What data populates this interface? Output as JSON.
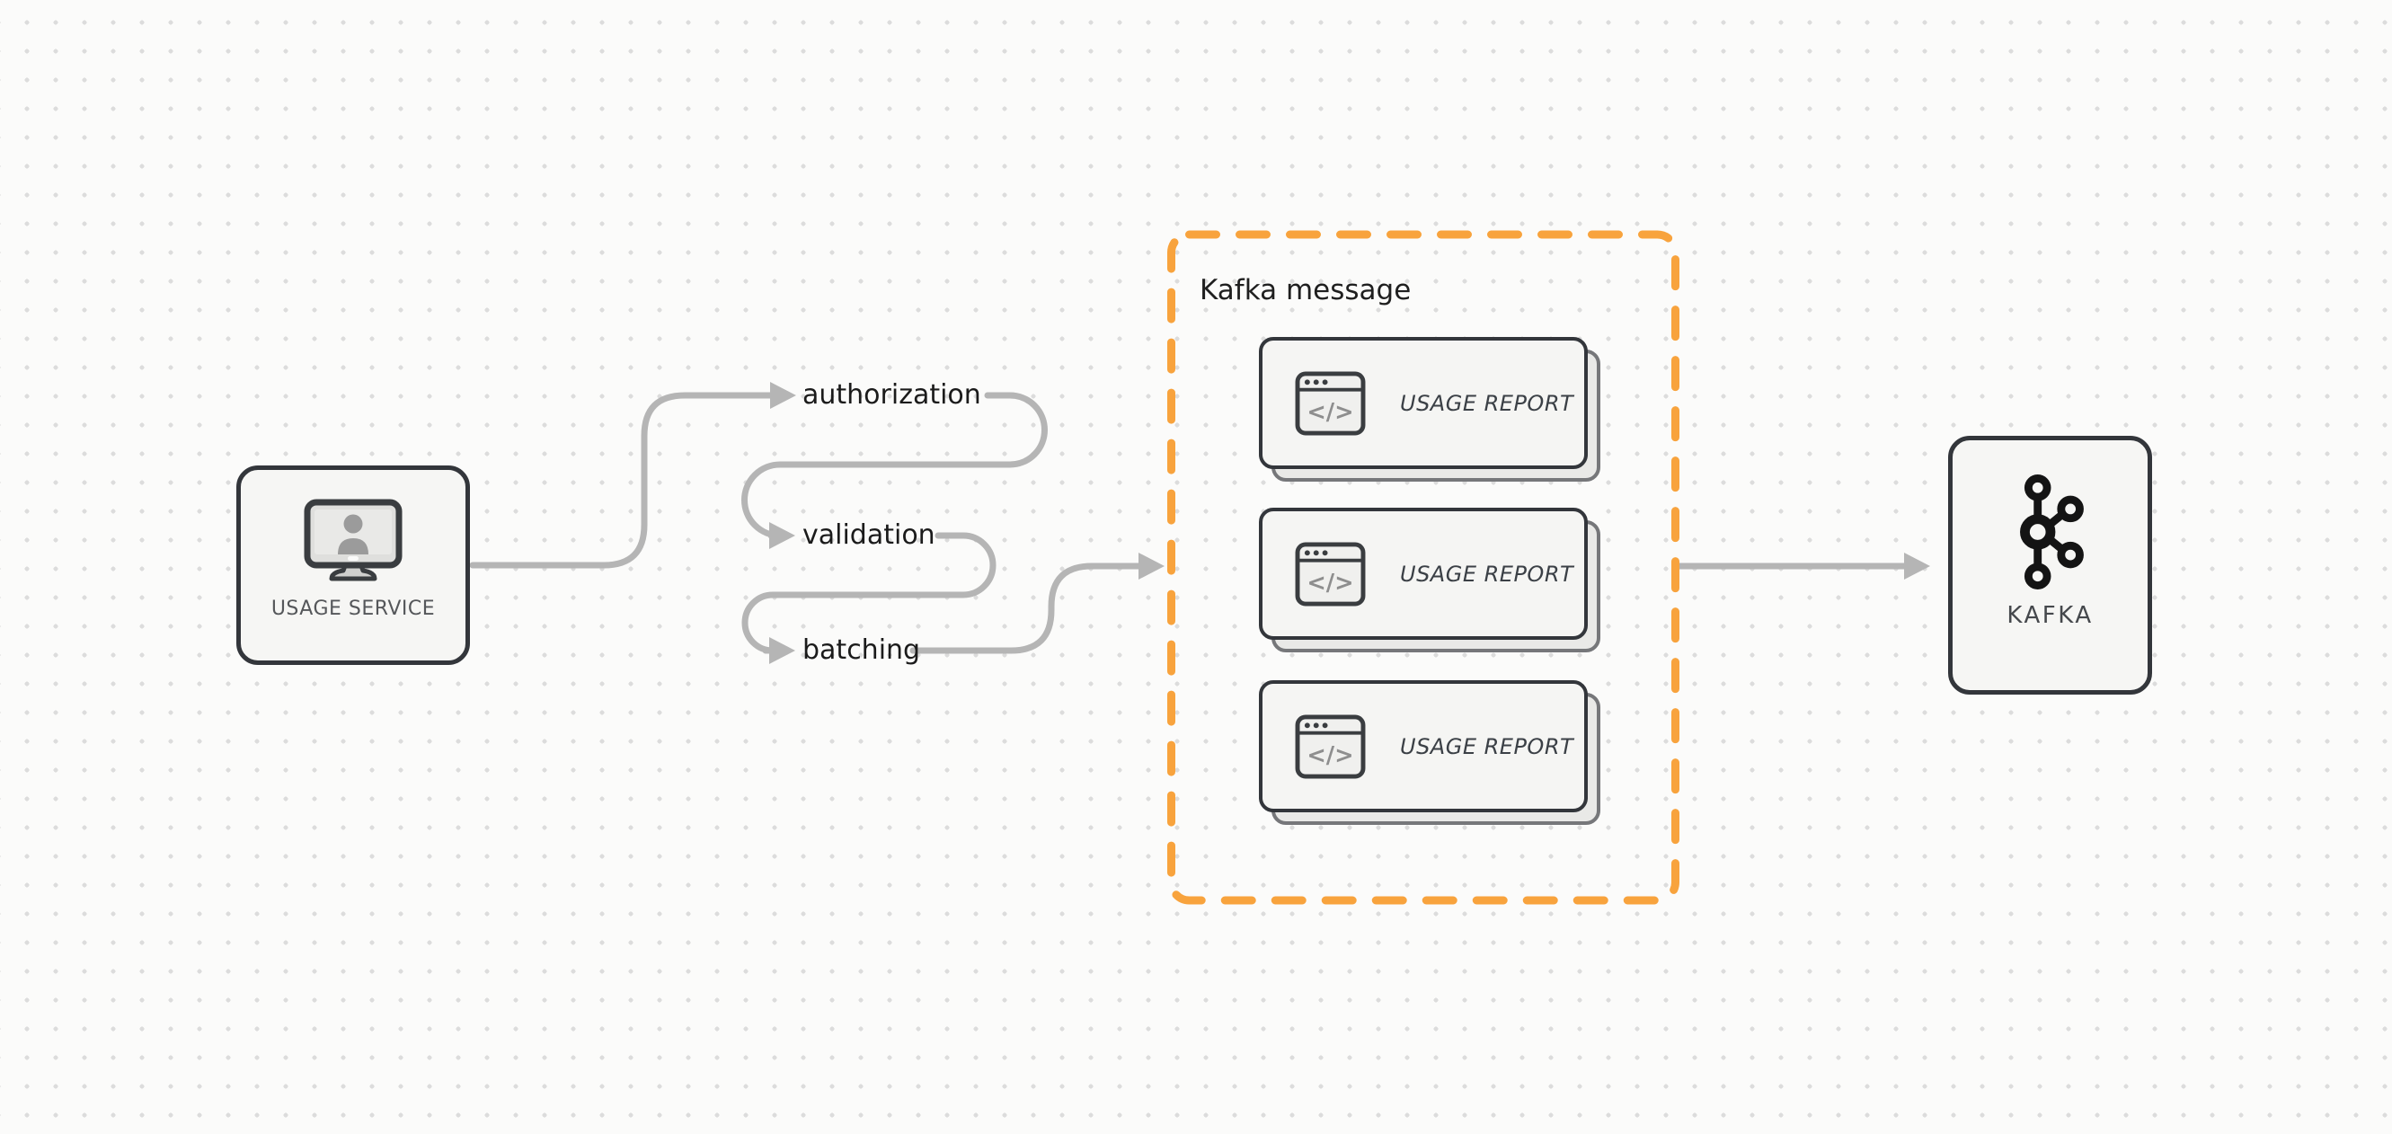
{
  "colors": {
    "background": "#FBFBFA",
    "dot_grid": "#DCDCDC",
    "node_border": "#33363B",
    "node_fill": "#F6F6F4",
    "arrow_gray": "#B5B5B5",
    "group_border_orange": "#F8A33D",
    "label_text": "#1B1B1B",
    "muted_text": "#55575A",
    "kafka_logo": "#141414"
  },
  "nodes": {
    "usage_service": {
      "label": "USAGE SERVICE",
      "icon": "monitor-user-icon"
    },
    "kafka": {
      "label": "KAFKA",
      "icon": "kafka-logo-icon"
    }
  },
  "steps": [
    {
      "label": "authorization"
    },
    {
      "label": "validation"
    },
    {
      "label": "batching"
    }
  ],
  "group": {
    "title": "Kafka message",
    "cards": [
      {
        "label": "USAGE REPORT",
        "icon": "code-window-icon"
      },
      {
        "label": "USAGE REPORT",
        "icon": "code-window-icon"
      },
      {
        "label": "USAGE REPORT",
        "icon": "code-window-icon"
      }
    ]
  },
  "card_icon_glyph": "</>"
}
